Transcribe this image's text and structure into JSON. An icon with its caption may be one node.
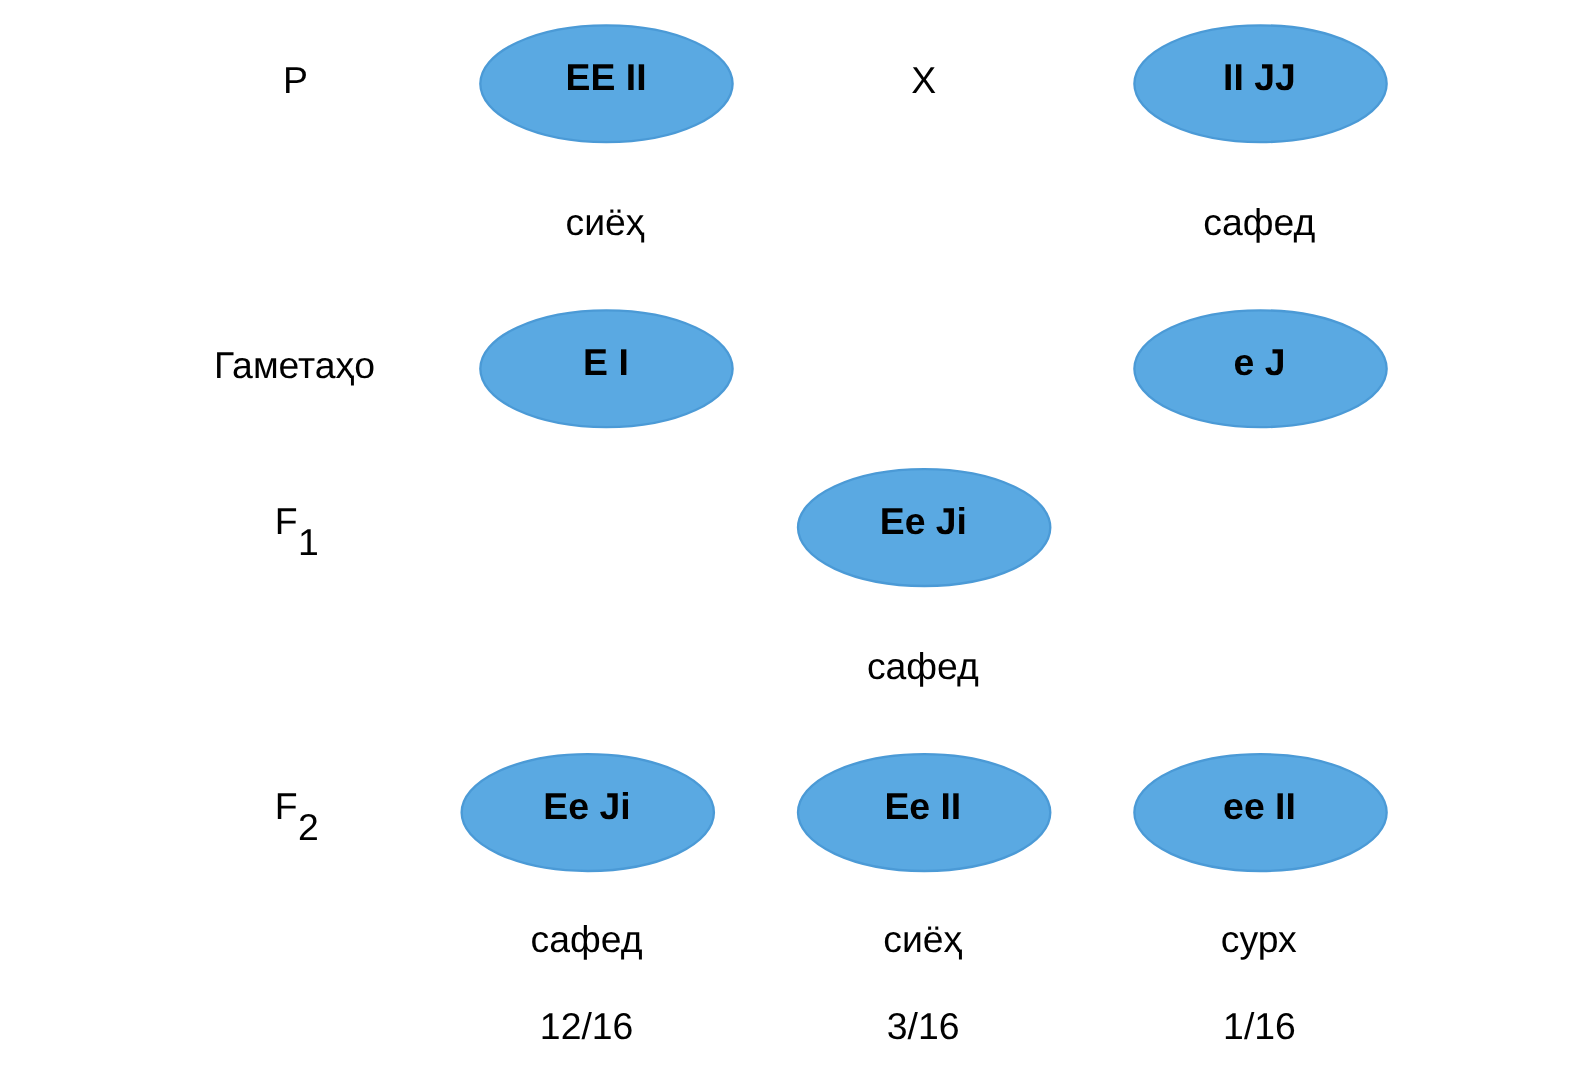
{
  "diagram": {
    "nodes": [
      {
        "text": [
          "EE II"
        ],
        "beside": [
          "сиёҳ"
        ]
      },
      {
        "text": [
          "II JJ"
        ],
        "beside": [
          "сафед"
        ]
      },
      {
        "text": [
          "E I"
        ]
      },
      {
        "text": [
          "e J"
        ]
      },
      {
        "text": [
          "Ee Ji"
        ],
        "beside": [
          "сафед"
        ]
      },
      {
        "text": [
          "Ee Ji"
        ],
        "beside": [
          "сафед",
          "12/16"
        ]
      },
      {
        "text": [
          "Ee II"
        ],
        "beside": [
          "сиёҳ",
          "3/16"
        ]
      },
      {
        "text": [
          "ee II"
        ],
        "beside": [
          "сурх",
          "1/16"
        ]
      }
    ],
    "edges": [],
    "labels": [
      "P",
      "X",
      "Гаметаҳо",
      "F$_{1}$",
      "F$_{2}$"
    ]
  }
}
